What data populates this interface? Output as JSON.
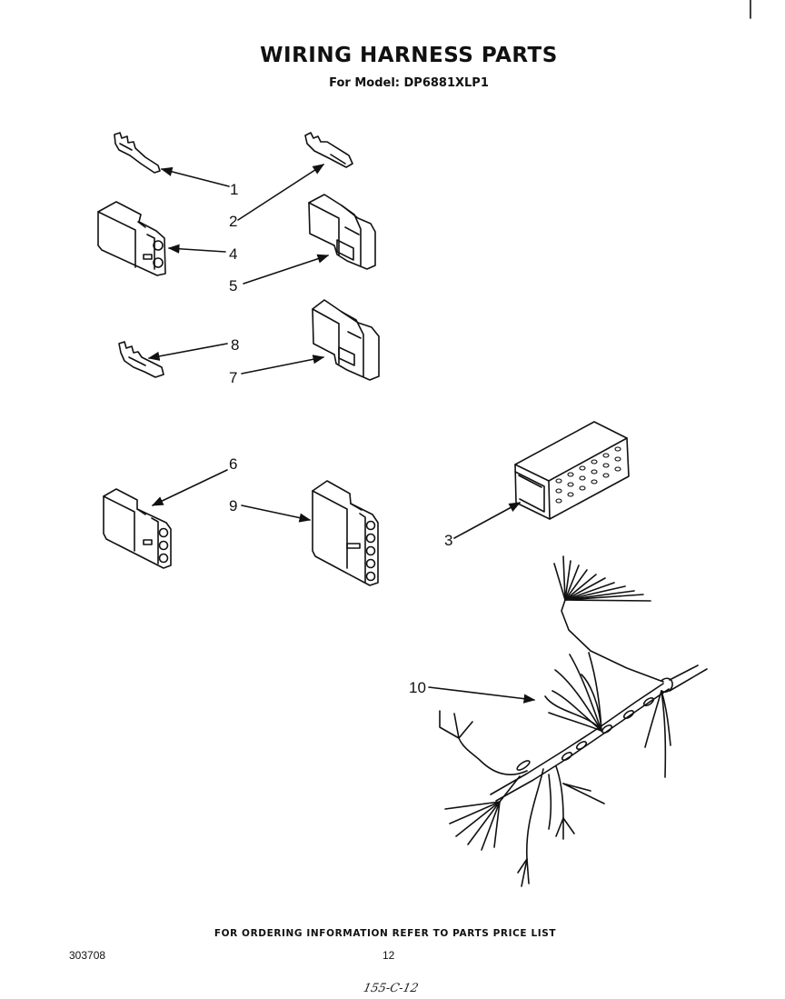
{
  "header": {
    "title": "WIRING HARNESS PARTS",
    "subtitle": "For Model: DP6881XLP1"
  },
  "callouts": [
    "1",
    "2",
    "3",
    "4",
    "5",
    "6",
    "7",
    "8",
    "9",
    "10"
  ],
  "footer": {
    "ordering_note": "FOR ORDERING INFORMATION REFER TO PARTS PRICE LIST",
    "doc_number": "303708",
    "page_number": "12",
    "handwritten_note": "155-C-12"
  }
}
